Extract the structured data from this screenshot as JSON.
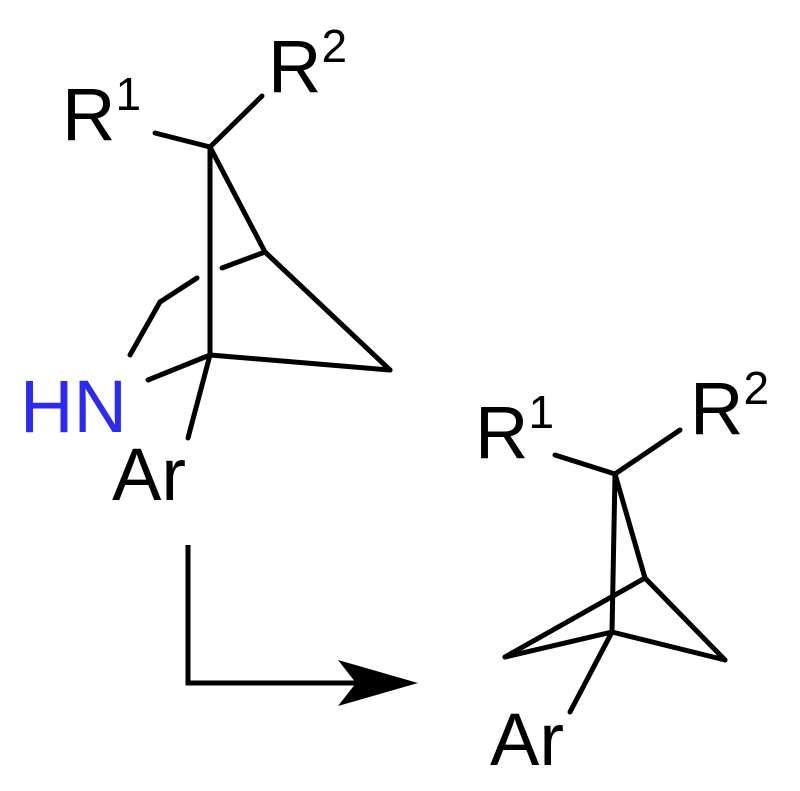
{
  "reactant": {
    "labels": {
      "r1_main": "R",
      "r1_sup": "1",
      "r2_main": "R",
      "r2_sup": "2",
      "nh": "HN",
      "ar": "Ar"
    }
  },
  "product": {
    "labels": {
      "r1_main": "R",
      "r1_sup": "1",
      "r2_main": "R",
      "r2_sup": "2",
      "ar": "Ar"
    }
  },
  "colors": {
    "bond": "#000000",
    "nitrogen": "#2a2af2"
  }
}
